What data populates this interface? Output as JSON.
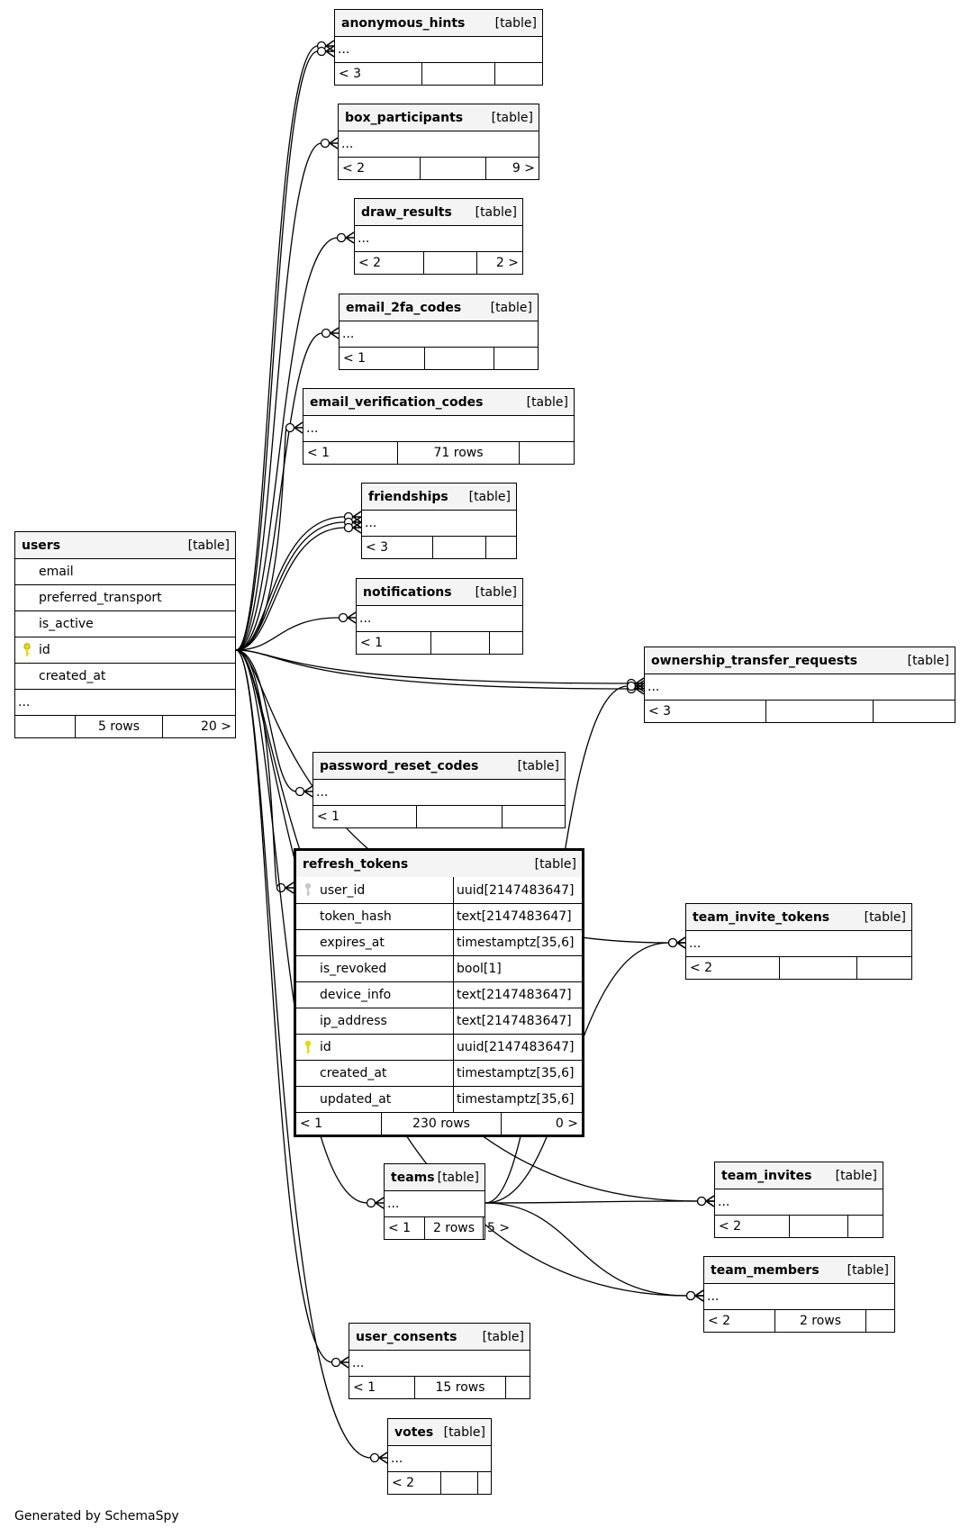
{
  "footer": "Generated by SchemaSpy",
  "kind_label": "[table]",
  "ellipsis": "...",
  "users": {
    "name": "users",
    "columns": [
      {
        "name": "email",
        "pk": false
      },
      {
        "name": "preferred_transport",
        "pk": false
      },
      {
        "name": "is_active",
        "pk": false
      },
      {
        "name": "id",
        "pk": true
      },
      {
        "name": "created_at",
        "pk": false
      }
    ],
    "stats": {
      "parents": "",
      "rows": "5 rows",
      "children": "20 >"
    }
  },
  "refresh_tokens": {
    "name": "refresh_tokens",
    "columns": [
      {
        "name": "user_id",
        "type": "uuid[2147483647]",
        "key": "fk"
      },
      {
        "name": "token_hash",
        "type": "text[2147483647]",
        "key": ""
      },
      {
        "name": "expires_at",
        "type": "timestamptz[35,6]",
        "key": ""
      },
      {
        "name": "is_revoked",
        "type": "bool[1]",
        "key": ""
      },
      {
        "name": "device_info",
        "type": "text[2147483647]",
        "key": ""
      },
      {
        "name": "ip_address",
        "type": "text[2147483647]",
        "key": ""
      },
      {
        "name": "id",
        "type": "uuid[2147483647]",
        "key": "pk"
      },
      {
        "name": "created_at",
        "type": "timestamptz[35,6]",
        "key": ""
      },
      {
        "name": "updated_at",
        "type": "timestamptz[35,6]",
        "key": ""
      }
    ],
    "stats": {
      "parents": "< 1",
      "rows": "230 rows",
      "children": "0 >"
    }
  },
  "tables": [
    {
      "id": "anonymous_hints",
      "name": "anonymous_hints",
      "stats": {
        "parents": "< 3",
        "rows": "",
        "children": ""
      }
    },
    {
      "id": "box_participants",
      "name": "box_participants",
      "stats": {
        "parents": "< 2",
        "rows": "",
        "children": "9 >"
      }
    },
    {
      "id": "draw_results",
      "name": "draw_results",
      "stats": {
        "parents": "< 2",
        "rows": "",
        "children": "2 >"
      }
    },
    {
      "id": "email_2fa_codes",
      "name": "email_2fa_codes",
      "stats": {
        "parents": "< 1",
        "rows": "",
        "children": ""
      }
    },
    {
      "id": "email_verification_codes",
      "name": "email_verification_codes",
      "stats": {
        "parents": "< 1",
        "rows": "71 rows",
        "children": ""
      }
    },
    {
      "id": "friendships",
      "name": "friendships",
      "stats": {
        "parents": "< 3",
        "rows": "",
        "children": ""
      }
    },
    {
      "id": "notifications",
      "name": "notifications",
      "stats": {
        "parents": "< 1",
        "rows": "",
        "children": ""
      }
    },
    {
      "id": "ownership_transfer_requests",
      "name": "ownership_transfer_requests",
      "stats": {
        "parents": "< 3",
        "rows": "",
        "children": ""
      }
    },
    {
      "id": "password_reset_codes",
      "name": "password_reset_codes",
      "stats": {
        "parents": "< 1",
        "rows": "",
        "children": ""
      }
    },
    {
      "id": "team_invite_tokens",
      "name": "team_invite_tokens",
      "stats": {
        "parents": "< 2",
        "rows": "",
        "children": ""
      }
    },
    {
      "id": "teams",
      "name": "teams",
      "stats": {
        "parents": "< 1",
        "rows": "2 rows",
        "children": "5 >"
      }
    },
    {
      "id": "team_invites",
      "name": "team_invites",
      "stats": {
        "parents": "< 2",
        "rows": "",
        "children": ""
      }
    },
    {
      "id": "team_members",
      "name": "team_members",
      "stats": {
        "parents": "< 2",
        "rows": "2 rows",
        "children": ""
      }
    },
    {
      "id": "user_consents",
      "name": "user_consents",
      "stats": {
        "parents": "< 1",
        "rows": "15 rows",
        "children": ""
      }
    },
    {
      "id": "votes",
      "name": "votes",
      "stats": {
        "parents": "< 2",
        "rows": "",
        "children": ""
      }
    }
  ],
  "relationships": [
    {
      "from": "users.id",
      "to": "anonymous_hints",
      "count": 2
    },
    {
      "from": "users.id",
      "to": "box_participants",
      "count": 1
    },
    {
      "from": "users.id",
      "to": "draw_results",
      "count": 1
    },
    {
      "from": "users.id",
      "to": "email_2fa_codes",
      "count": 1
    },
    {
      "from": "users.id",
      "to": "email_verification_codes",
      "count": 1
    },
    {
      "from": "users.id",
      "to": "friendships",
      "count": 3
    },
    {
      "from": "users.id",
      "to": "notifications",
      "count": 1
    },
    {
      "from": "users.id",
      "to": "ownership_transfer_requests",
      "count": 2
    },
    {
      "from": "users.id",
      "to": "password_reset_codes",
      "count": 1
    },
    {
      "from": "users.id",
      "to": "refresh_tokens.user_id",
      "count": 1
    },
    {
      "from": "users.id",
      "to": "team_invite_tokens",
      "count": 1
    },
    {
      "from": "users.id",
      "to": "teams",
      "count": 1
    },
    {
      "from": "users.id",
      "to": "team_invites",
      "count": 1
    },
    {
      "from": "users.id",
      "to": "team_members",
      "count": 1
    },
    {
      "from": "users.id",
      "to": "user_consents",
      "count": 1
    },
    {
      "from": "users.id",
      "to": "votes",
      "count": 1
    },
    {
      "from": "teams",
      "to": "ownership_transfer_requests",
      "count": 1
    },
    {
      "from": "teams",
      "to": "team_invite_tokens",
      "count": 1
    },
    {
      "from": "teams",
      "to": "team_invites",
      "count": 1
    },
    {
      "from": "teams",
      "to": "team_members",
      "count": 1
    }
  ]
}
